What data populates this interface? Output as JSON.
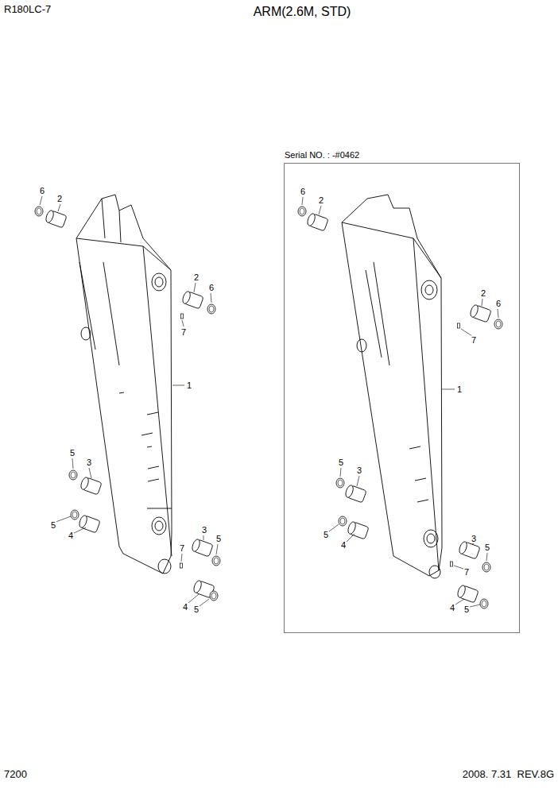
{
  "diagram": {
    "title": "ARM(2.6M, STD)",
    "nodes": [
      {
        "text": [
          "Serial NO. : -#0462"
        ]
      }
    ],
    "labels": [
      "R180LC-7",
      "6",
      "2",
      "2",
      "6",
      "7",
      "1",
      "5",
      "3",
      "5",
      "4",
      "3",
      "5",
      "7",
      "4",
      "5",
      "6",
      "2",
      "2",
      "6",
      "7",
      "1",
      "5",
      "3",
      "5",
      "4",
      "3",
      "5",
      "7",
      "4",
      "5",
      "7200",
      "2008. 7.31  REV.8G"
    ]
  }
}
